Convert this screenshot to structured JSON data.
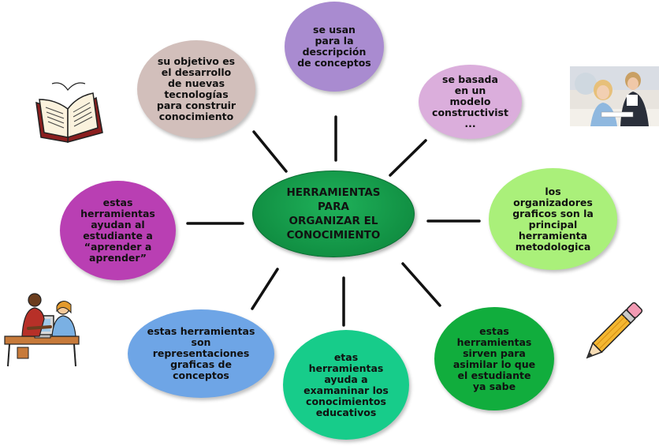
{
  "center": {
    "label": "HERRAMIENTAS\nPARA\nORGANIZAR EL\nCONOCIMIENTO",
    "color": "#119043"
  },
  "nodes": [
    {
      "id": "top",
      "label": "se usan\npara la\ndescripción\nde conceptos",
      "color": "#a98bd0"
    },
    {
      "id": "top-left",
      "label": "su objetivo es\nel desarrollo\nde nuevas\ntecnologías\npara construir\nconocimiento",
      "color": "#d2bfbb"
    },
    {
      "id": "top-right",
      "label": "se basada\nen un\nmodelo\nconstructivist\n...",
      "color": "#dbaedc"
    },
    {
      "id": "left",
      "label": "estas\nherramientas\nayudan al\nestudiante a\n“aprender a\naprender”",
      "color": "#b93fb3"
    },
    {
      "id": "right",
      "label": "los\norganizadores\ngraficos son la\nprincipal\nherramienta\nmetodologica",
      "color": "#aaf07a"
    },
    {
      "id": "bottom-left",
      "label": "estas herramientas\nson\nrepresentaciones\ngraficas de\nconceptos",
      "color": "#6ea5e6"
    },
    {
      "id": "bottom",
      "label": "etas\nherramientas\nayuda a\nexamaninar los\nconocimientos\neducativos",
      "color": "#17cc8a"
    },
    {
      "id": "bottom-right",
      "label": "estas\nherramientas\nsirven para\nasimilar lo que\nel estudiante\nya sabe",
      "color": "#11ad3d"
    }
  ],
  "clipart": [
    "open-book-icon",
    "teacher-student-photo",
    "pencil-icon",
    "people-at-computer-icon"
  ]
}
